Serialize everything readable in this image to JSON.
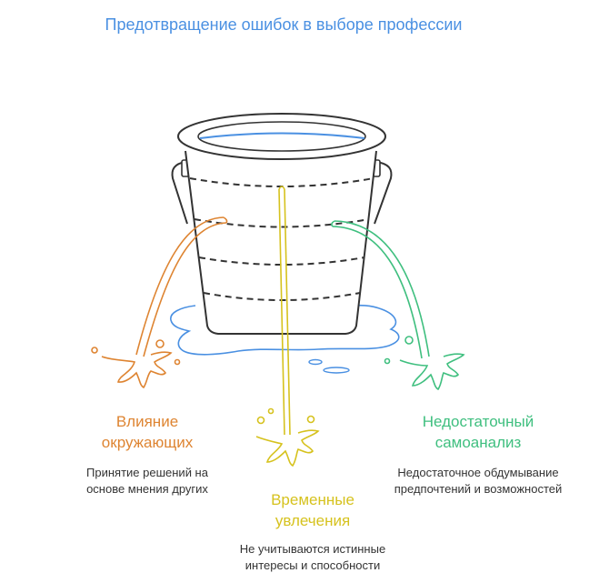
{
  "title": "Предотвращение ошибок в выборе профессии",
  "colors": {
    "title": "#4a90e2",
    "orange": "#de8431",
    "yellow": "#d6c21e",
    "green": "#3fbf7f",
    "water": "#4a90e2",
    "bucket": "#333333"
  },
  "items": [
    {
      "label_1": "Влияние",
      "label_2": "окружающих",
      "desc_1": "Принятие решений на",
      "desc_2": "основе мнения других",
      "color": "orange",
      "icon": "splash-icon"
    },
    {
      "label_1": "Временные",
      "label_2": "увлечения",
      "desc_1": "Не учитываются истинные",
      "desc_2": "интересы и способности",
      "color": "yellow",
      "icon": "splash-icon"
    },
    {
      "label_1": "Недостаточный",
      "label_2": "самоанализ",
      "desc_1": "Недостаточное обдумывание",
      "desc_2": "предпочтений и возможностей",
      "color": "green",
      "icon": "splash-icon"
    }
  ]
}
